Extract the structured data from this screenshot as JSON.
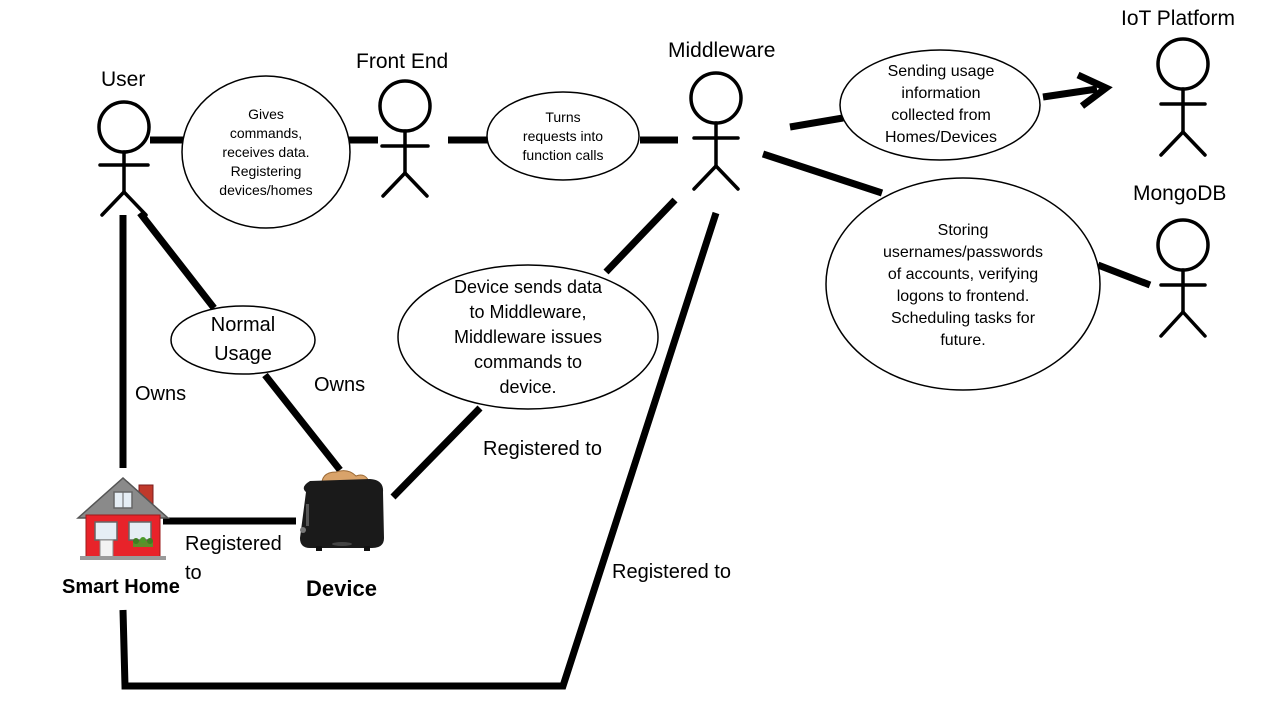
{
  "actors": {
    "user": "User",
    "front_end": "Front End",
    "middleware": "Middleware",
    "iot_platform": "IoT Platform",
    "mongodb": "MongoDB"
  },
  "nodes": {
    "smart_home": "Smart Home",
    "device": "Device"
  },
  "bubbles": {
    "user_frontend": [
      "Gives",
      "commands,",
      "receives data.",
      "Registering",
      "devices/homes"
    ],
    "frontend_middleware": [
      "Turns",
      "requests into",
      "function calls"
    ],
    "normal_usage": [
      "Normal",
      "Usage"
    ],
    "device_middleware": [
      "Device sends data",
      "to Middleware,",
      "Middleware issues",
      "commands to",
      "device."
    ],
    "middleware_iot": [
      "Sending usage",
      "information",
      "collected from",
      "Homes/Devices"
    ],
    "middleware_mongodb": [
      "Storing",
      "usernames/passwords",
      "of accounts, verifying",
      "logons to frontend.",
      "Scheduling tasks for",
      "future."
    ]
  },
  "edge_labels": {
    "user_home": "Owns",
    "user_device": "Owns",
    "device_middleware": "Registered to",
    "home_device": [
      "Registered",
      "to"
    ],
    "home_middleware": "Registered to"
  },
  "colors": {
    "line": "#000000",
    "house_body": "#e8232a",
    "house_roof": "#8a8a8a",
    "toaster": "#1a1a1a",
    "bread": "#d9a36a"
  }
}
